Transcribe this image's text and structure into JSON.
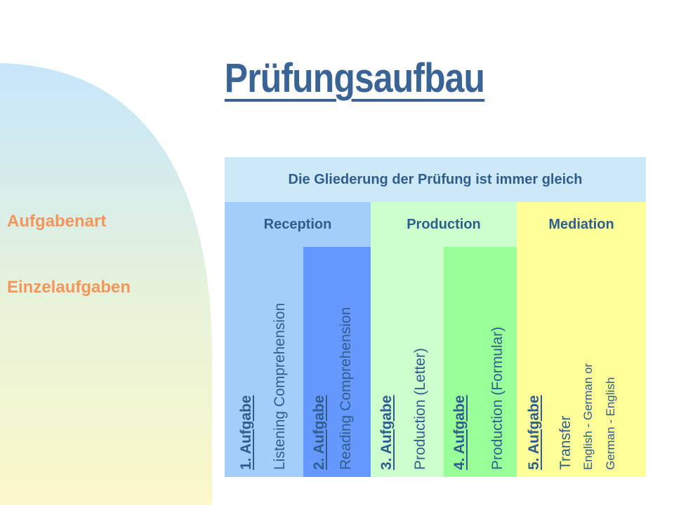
{
  "title": "Prüfungsaufbau",
  "side_labels": {
    "type": "Aufgabenart",
    "tasks": "Einzelaufgaben"
  },
  "header": "Die Gliederung der Prüfung ist immer gleich",
  "categories": [
    "Reception",
    "Production",
    "Mediation"
  ],
  "tasks": [
    {
      "label": "1. Aufgabe",
      "desc": "Listening Comprehension"
    },
    {
      "label": "2. Aufgabe",
      "desc": "Reading Comprehension"
    },
    {
      "label": "3. Aufgabe",
      "desc": "Production (Letter)"
    },
    {
      "label": "4. Aufgabe",
      "desc": "Production (Formular)"
    },
    {
      "label": "5. Aufgabe",
      "desc": "Transfer",
      "sub1": "English - German or",
      "sub2": "German - English"
    }
  ],
  "colors": {
    "title": "#3a6496",
    "side_labels": "#f4965a",
    "header_bg": "#cce8f9",
    "reception_1": "#a3cefa",
    "reception_2": "#6699ff",
    "production_1": "#ccffcc",
    "production_2": "#99ff99",
    "mediation": "#ffff99"
  }
}
